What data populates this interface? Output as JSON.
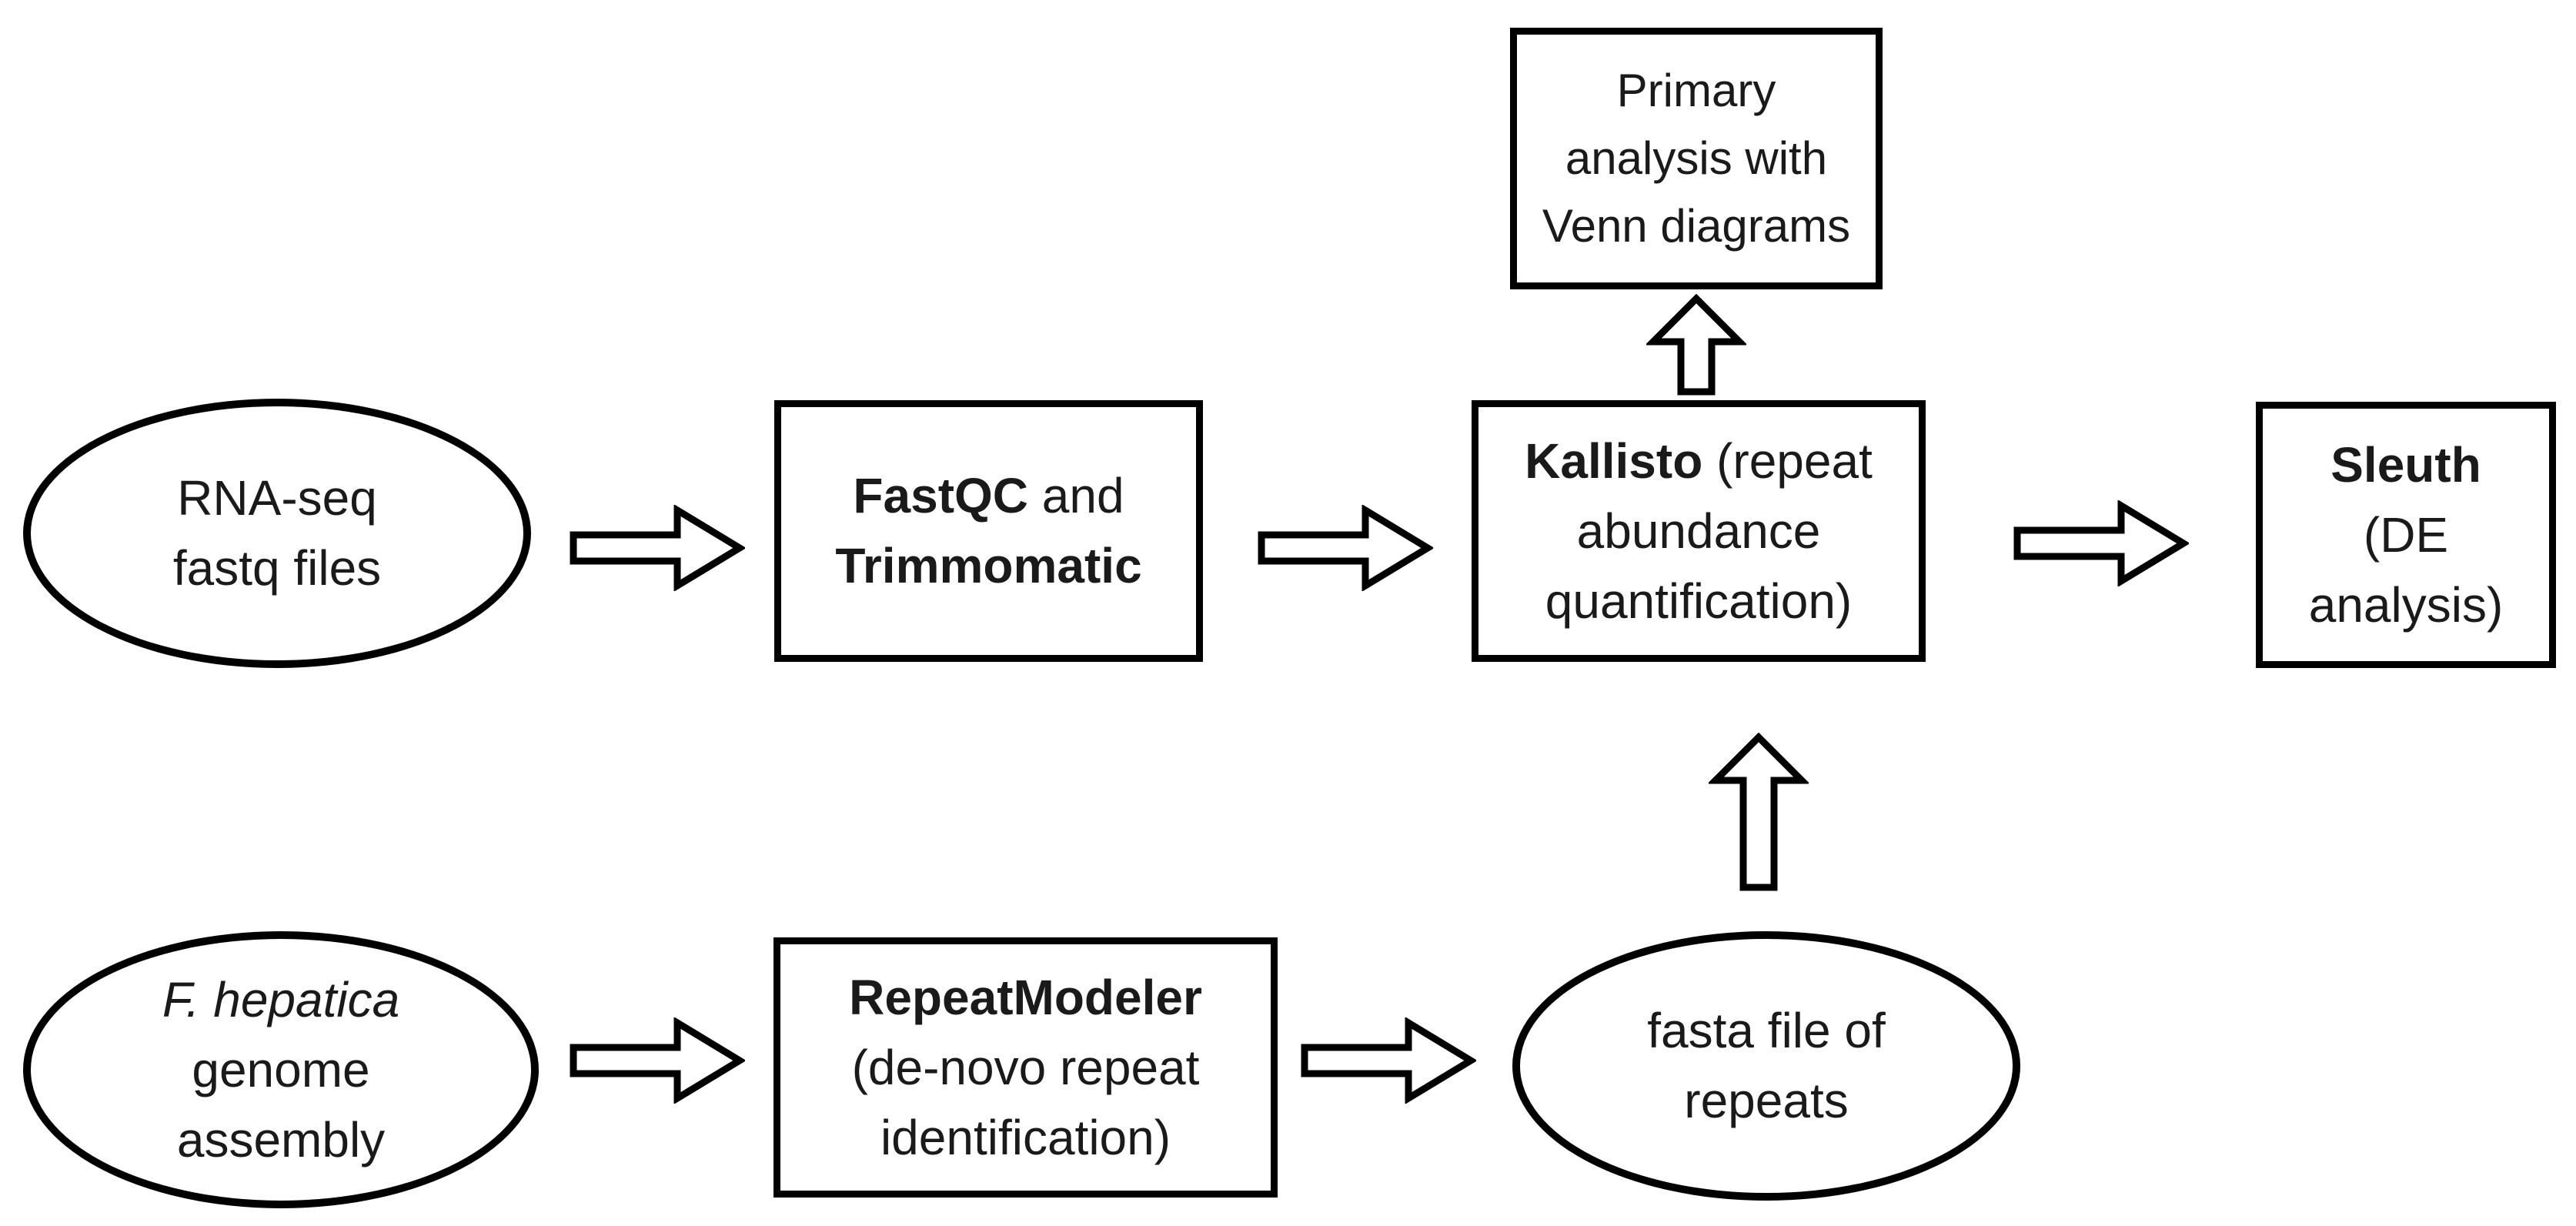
{
  "figure": {
    "title": "RNA-seq repeat quantification pipeline flowchart",
    "colors": {
      "bg": "#ffffff",
      "stroke": "#000000",
      "text": "#1a1a1a",
      "node-fill": "#ffffff"
    }
  },
  "nodes": {
    "primary": {
      "shape": "rectangle",
      "line1": "Primary",
      "line2": "analysis with",
      "line3": "Venn diagrams"
    },
    "rnaseq": {
      "shape": "ellipse",
      "line1": "RNA-seq",
      "line2": "fastq files"
    },
    "fastqc": {
      "shape": "rectangle",
      "line1_bold": "FastQC",
      "line1_rest": " and",
      "line2_bold": "Trimmomatic"
    },
    "kallisto": {
      "shape": "rectangle",
      "line1_bold": "Kallisto",
      "line1_rest": " (repeat",
      "line2": "abundance",
      "line3": "quantification)"
    },
    "sleuth": {
      "shape": "rectangle",
      "line1_bold": "Sleuth",
      "line2": "(DE",
      "line3": "analysis)"
    },
    "fhepatica": {
      "shape": "ellipse",
      "line1_italic": "F. hepatica",
      "line2": "genome",
      "line3": "assembly"
    },
    "repeatmodeler": {
      "shape": "rectangle",
      "line1_bold": "RepeatModeler",
      "line2": "(de-novo repeat",
      "line3": "identification)"
    },
    "fasta": {
      "shape": "ellipse",
      "line1": "fasta file of",
      "line2": "repeats"
    }
  },
  "connections": [
    {
      "from": "RNA-seq fastq files",
      "to": "FastQC and Trimmomatic",
      "direction": "right",
      "style": "hollow-block-arrow"
    },
    {
      "from": "FastQC and Trimmomatic",
      "to": "Kallisto (repeat abundance quantification)",
      "direction": "right",
      "style": "hollow-block-arrow"
    },
    {
      "from": "Kallisto (repeat abundance quantification)",
      "to": "Sleuth (DE analysis)",
      "direction": "right",
      "style": "hollow-block-arrow"
    },
    {
      "from": "Kallisto (repeat abundance quantification)",
      "to": "Primary analysis with Venn diagrams",
      "direction": "up",
      "style": "hollow-block-arrow"
    },
    {
      "from": "F. hepatica genome assembly",
      "to": "RepeatModeler (de-novo repeat identification)",
      "direction": "right",
      "style": "hollow-block-arrow"
    },
    {
      "from": "RepeatModeler (de-novo repeat identification)",
      "to": "fasta file of repeats",
      "direction": "right",
      "style": "hollow-block-arrow"
    },
    {
      "from": "fasta file of repeats",
      "to": "Kallisto (repeat abundance quantification)",
      "direction": "up",
      "style": "hollow-block-arrow"
    }
  ]
}
